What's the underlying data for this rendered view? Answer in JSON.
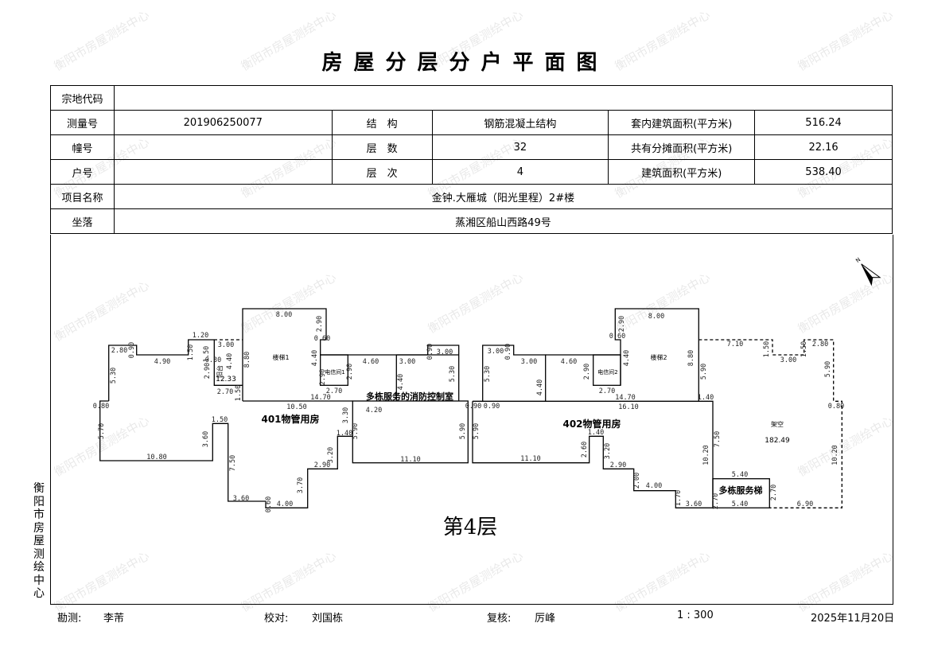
{
  "title": "房屋分层分户平面图",
  "watermark": "衡阳市房屋测绘中心",
  "side_org": "衡阳市房屋测绘中心",
  "info": {
    "parcel_code_label": "宗地代码",
    "parcel_code": "",
    "survey_no_label": "测量号",
    "survey_no": "201906250077",
    "structure_label": "结　构",
    "structure": "钢筋混凝土结构",
    "inner_area_label": "套内建筑面积(平方米)",
    "inner_area": "516.24",
    "building_no_label": "幢号",
    "building_no": "",
    "floors_label": "层　数",
    "floors": "32",
    "shared_area_label": "共有分摊面积(平方米)",
    "shared_area": "22.16",
    "unit_no_label": "户号",
    "unit_no": "",
    "floor_label": "层　次",
    "floor": "4",
    "total_area_label": "建筑面积(平方米)",
    "total_area": "538.40",
    "project_label": "项目名称",
    "project": "金钟.大雁城（阳光里程）2#楼",
    "location_label": "坐落",
    "location": "蒸湘区船山西路49号"
  },
  "plan": {
    "floor_title": "第4层",
    "rooms": [
      "401物管用房",
      "多栋服务的消防控制室",
      "402物管用房",
      "多栋服务梯",
      "楼梯1",
      "电信间1",
      "楼梯2",
      "电信间2",
      "架空",
      "182.49",
      "阳台",
      "12.33"
    ],
    "dims": [
      "8.00",
      "2.90",
      "0.60",
      "2.80",
      "0.90",
      "4.90",
      "1.50",
      "1.20",
      "1.50",
      "3.00",
      "0.30",
      "2.90",
      "4.40",
      "8.80",
      "2.70",
      "1.50",
      "4.40",
      "2.90",
      "2.90",
      "4.60",
      "3.00",
      "4.40",
      "0.90",
      "3.00",
      "5.30",
      "14.70",
      "10.50",
      "2.70",
      "0.80",
      "5.30",
      "5.70",
      "10.80",
      "1.50",
      "3.60",
      "7.50",
      "3.60",
      "0.60",
      "4.00",
      "3.70",
      "2.90",
      "3.20",
      "1.40",
      "3.30",
      "5.90",
      "4.20",
      "11.10",
      "5.90",
      "0.90",
      "3.00",
      "0.90",
      "3.00",
      "5.30",
      "4.40",
      "4.60",
      "2.90",
      "2.70",
      "4.40",
      "2.90",
      "0.60",
      "8.00",
      "8.80",
      "5.90",
      "1.40",
      "14.70",
      "16.10",
      "5.90",
      "0.90",
      "1.40",
      "2.60",
      "3.20",
      "2.90",
      "11.10",
      "2.00",
      "4.00",
      "1.70",
      "3.60",
      "10.20",
      "7.50",
      "5.40",
      "2.70",
      "5.40",
      "2.70",
      "6.90",
      "7.10",
      "1.50",
      "3.00",
      "1.50",
      "2.80",
      "5.90",
      "0.80",
      "10.20"
    ]
  },
  "footer": {
    "surveyor_label": "勘测:",
    "surveyor": "李芾",
    "checker_label": "校对:",
    "checker": "刘国栋",
    "reviewer_label": "复核:",
    "reviewer": "厉峰",
    "scale": "1 : 300",
    "date": "2025年11月20日"
  }
}
